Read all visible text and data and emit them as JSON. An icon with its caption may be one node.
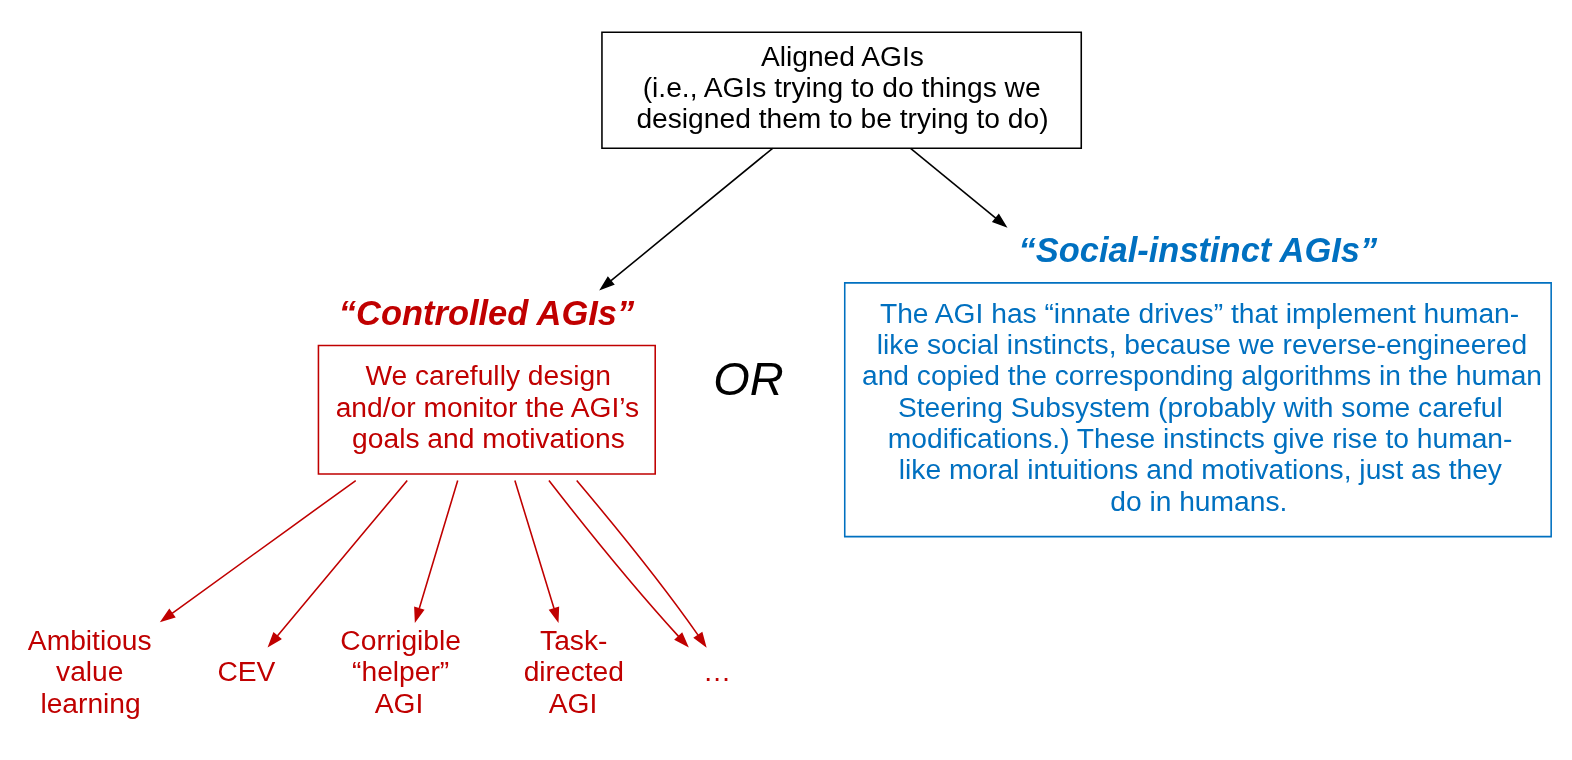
{
  "diagram": {
    "nodes": [
      {
        "text": [
          "Aligned AGIs",
          "(i.e., AGIs trying to do things we designed them to be trying to do)"
        ]
      },
      {
        "text": [
          "“Controlled AGIs”",
          "We carefully design and/or monitor the AGI’s goals and motivations"
        ]
      },
      {
        "text": [
          "“Social-instinct AGIs”",
          "The AGI has “innate drives” that implement human-like social instincts, because we reverse-engineered and copied the corresponding algorithms in the human Steering Subsystem (probably with some careful modifications.) These instincts give rise to human-like moral intuitions and motivations, just as they do in humans."
        ]
      },
      {
        "text": [
          "Ambitious value learning"
        ]
      },
      {
        "text": [
          "CEV"
        ]
      },
      {
        "text": [
          "Corrigible “helper” AGI"
        ]
      },
      {
        "text": [
          "Task-directed AGI"
        ]
      },
      {
        "text": [
          "…"
        ]
      }
    ],
    "edges": [
      {
        "from": 0,
        "to": 1,
        "arrow": "to",
        "color": "#000000"
      },
      {
        "from": 0,
        "to": 2,
        "arrow": "to",
        "color": "#000000"
      },
      {
        "from": 1,
        "to": 3,
        "arrow": "to"
      },
      {
        "from": 1,
        "to": 4,
        "arrow": "to"
      },
      {
        "from": 1,
        "to": 5,
        "arrow": "to"
      },
      {
        "from": 1,
        "to": 6,
        "arrow": "to"
      },
      {
        "from": 1,
        "to": 7,
        "arrow": "to"
      },
      {
        "from": 1,
        "to": 7,
        "arrow": "to"
      }
    ],
    "labels": [
      "OR"
    ]
  }
}
